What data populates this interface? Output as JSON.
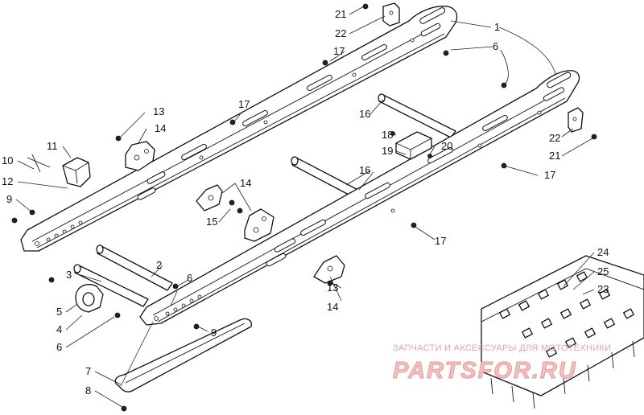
{
  "diagram": {
    "callouts": [
      {
        "id": "c1",
        "text": "1"
      },
      {
        "id": "c2",
        "text": "2"
      },
      {
        "id": "c3",
        "text": "3"
      },
      {
        "id": "c4",
        "text": "4"
      },
      {
        "id": "c5",
        "text": "5"
      },
      {
        "id": "c6a",
        "text": "6"
      },
      {
        "id": "c6b",
        "text": "6"
      },
      {
        "id": "c6c",
        "text": "6"
      },
      {
        "id": "c7",
        "text": "7"
      },
      {
        "id": "c8",
        "text": "8"
      },
      {
        "id": "c9a",
        "text": "9"
      },
      {
        "id": "c9b",
        "text": "9"
      },
      {
        "id": "c10",
        "text": "10"
      },
      {
        "id": "c11",
        "text": "11"
      },
      {
        "id": "c12",
        "text": "12"
      },
      {
        "id": "c13a",
        "text": "13"
      },
      {
        "id": "c13b",
        "text": "13"
      },
      {
        "id": "c14a",
        "text": "14"
      },
      {
        "id": "c14b",
        "text": "14"
      },
      {
        "id": "c14c",
        "text": "14"
      },
      {
        "id": "c15",
        "text": "15"
      },
      {
        "id": "c16a",
        "text": "16"
      },
      {
        "id": "c16b",
        "text": "16"
      },
      {
        "id": "c17a",
        "text": "17"
      },
      {
        "id": "c17b",
        "text": "17"
      },
      {
        "id": "c17c",
        "text": "17"
      },
      {
        "id": "c17d",
        "text": "17"
      },
      {
        "id": "c18",
        "text": "18"
      },
      {
        "id": "c19",
        "text": "19"
      },
      {
        "id": "c20",
        "text": "20"
      },
      {
        "id": "c21a",
        "text": "21"
      },
      {
        "id": "c21b",
        "text": "21"
      },
      {
        "id": "c22a",
        "text": "22"
      },
      {
        "id": "c22b",
        "text": "22"
      },
      {
        "id": "c23",
        "text": "23"
      },
      {
        "id": "c24",
        "text": "24"
      },
      {
        "id": "c25",
        "text": "25"
      }
    ]
  },
  "watermark": {
    "caption": "ЗАПЧАСТИ И АКСЕССУАРЫ ДЛЯ МОТОТЕХНИКИ",
    "logo": "PARTSFOR.RU"
  }
}
